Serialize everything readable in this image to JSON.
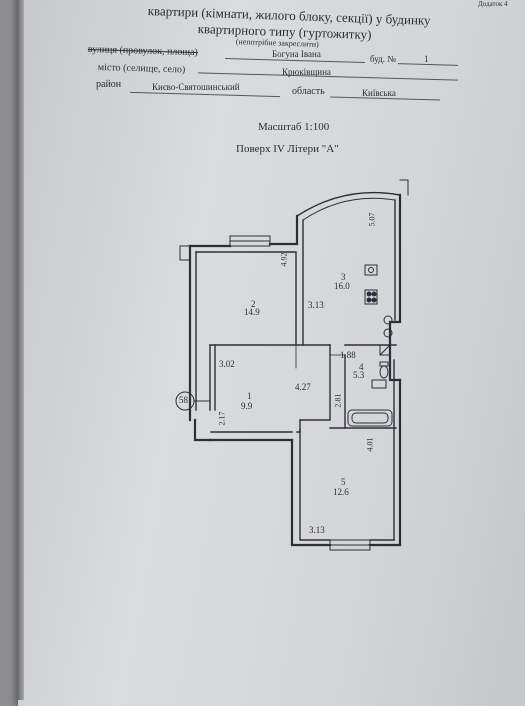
{
  "header": {
    "appendix": "Додаток 4",
    "title_line1": "квартири (кімнати, жилого блоку, секції) у будинку",
    "title_line2": "квартирного типу (гуртожитку)",
    "note": "(непотрібне закреслити)"
  },
  "address": {
    "street_label": "вулиця (провулок, площа)",
    "street_value": "Богуна Івана",
    "building_label": "буд. №",
    "building_value": "1",
    "city_label": "місто (селище, село)",
    "city_value": "Крюківщина",
    "district_label": "район",
    "district_value": "Києво-Святошинський",
    "oblast_label": "область",
    "oblast_value": "Київська"
  },
  "scale": "Масштаб 1:100",
  "floor": "Поверх IV Літери \"А\"",
  "plan": {
    "marker": "58",
    "rooms": [
      {
        "num": "1",
        "area": "9.9"
      },
      {
        "num": "2",
        "area": "14.9"
      },
      {
        "num": "3",
        "area": "16.0"
      },
      {
        "num": "4",
        "area": "5.3"
      },
      {
        "num": "5",
        "area": "12.6"
      }
    ],
    "dims": {
      "d492": "4.92",
      "d507": "5.07",
      "d313a": "3.13",
      "d302": "3.02",
      "d427": "4.27",
      "d188": "1.88",
      "d281": "2.81",
      "d217": "2.17",
      "d401": "4.01",
      "d313b": "3.13"
    }
  }
}
